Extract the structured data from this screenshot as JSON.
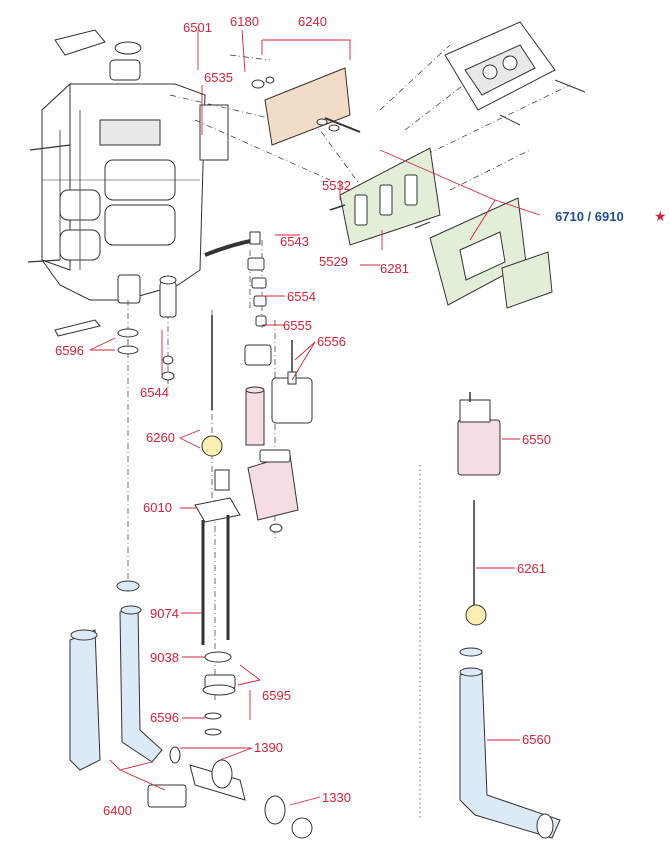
{
  "labels": {
    "l6501": "6501",
    "l6180": "6180",
    "l6240": "6240",
    "l6535": "6535",
    "l5532": "5532",
    "l6543": "6543",
    "l5529": "5529",
    "l6281": "6281",
    "l6710": "6710 / 6910",
    "star": "★",
    "l6554": "6554",
    "l6555": "6555",
    "l6556": "6556",
    "l6596a": "6596",
    "l6544": "6544",
    "l6260": "6260",
    "l6550": "6550",
    "l6010": "6010",
    "l6261": "6261",
    "l9074": "9074",
    "l9038": "9038",
    "l6595": "6595",
    "l6596b": "6596",
    "l1390": "1390",
    "l6560": "6560",
    "l6400": "6400",
    "l1330": "1330"
  },
  "colors": {
    "label": "#d4233a",
    "label_highlight": "#1d4f91",
    "part_blue": "#dbeaf6",
    "part_pink": "#f6dde2",
    "part_green": "#e3eed8",
    "part_tan": "#f3dcc7"
  }
}
